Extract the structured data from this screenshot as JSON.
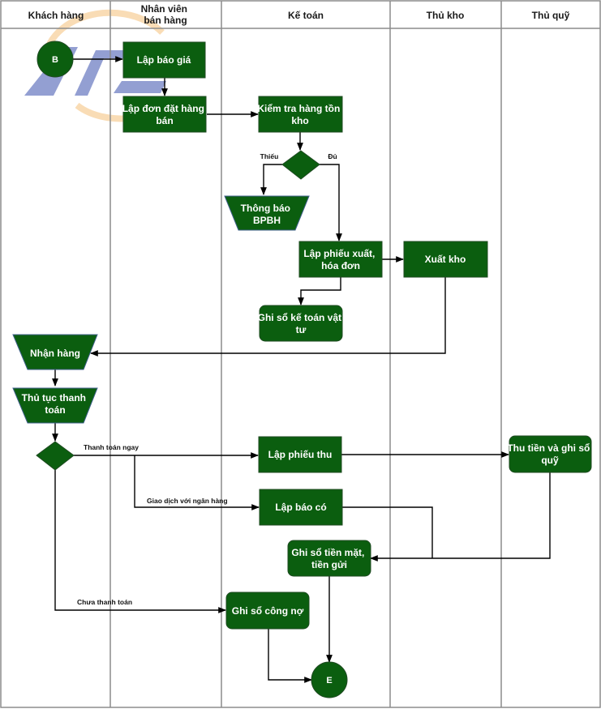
{
  "diagram": {
    "colors": {
      "node_fill": "#0b5e0f",
      "node_text": "#ffffff",
      "lane_border": "#8c8c8c",
      "edge": "#000000",
      "watermark_blue": "#6f7fc4",
      "watermark_orange": "#f3b35c"
    },
    "watermark": {
      "text": "ATS"
    },
    "lanes": [
      {
        "id": "khach-hang",
        "title": [
          "Khách hàng"
        ]
      },
      {
        "id": "nhan-vien-ban-hang",
        "title": [
          "Nhân viên",
          "bán hàng"
        ]
      },
      {
        "id": "ke-toan",
        "title": [
          "Kế toán"
        ]
      },
      {
        "id": "thu-kho",
        "title": [
          "Thủ kho"
        ]
      },
      {
        "id": "thu-quy",
        "title": [
          "Thủ quỹ"
        ]
      }
    ],
    "nodes": [
      {
        "id": "B",
        "type": "terminator",
        "lane": "khach-hang",
        "label": [
          "B"
        ]
      },
      {
        "id": "lap-bao-gia",
        "type": "process",
        "lane": "nhan-vien-ban-hang",
        "label": [
          "Lập báo giá"
        ]
      },
      {
        "id": "lap-don-dat-hang",
        "type": "process",
        "lane": "nhan-vien-ban-hang",
        "label": [
          "Lập đơn đặt hàng",
          "bán"
        ]
      },
      {
        "id": "kiem-tra-hang-ton-kho",
        "type": "process",
        "lane": "ke-toan",
        "label": [
          "Kiểm tra hàng tồn",
          "kho"
        ]
      },
      {
        "id": "decision-ton-kho",
        "type": "decision",
        "lane": "ke-toan",
        "label": []
      },
      {
        "id": "thong-bao-bpbh",
        "type": "manual-operation",
        "lane": "ke-toan",
        "label": [
          "Thông báo",
          "BPBH"
        ]
      },
      {
        "id": "lap-phieu-xuat",
        "type": "process",
        "lane": "ke-toan",
        "label": [
          "Lập phiếu xuất,",
          "hóa đơn"
        ]
      },
      {
        "id": "xuat-kho",
        "type": "process",
        "lane": "thu-kho",
        "label": [
          "Xuất kho"
        ]
      },
      {
        "id": "ghi-so-ke-toan-vat-tu",
        "type": "rounded-process",
        "lane": "ke-toan",
        "label": [
          "Ghi sổ kế toán vật",
          "tư"
        ]
      },
      {
        "id": "nhan-hang",
        "type": "manual-operation",
        "lane": "khach-hang",
        "label": [
          "Nhận hàng"
        ]
      },
      {
        "id": "thu-tuc-thanh-toan",
        "type": "manual-operation",
        "lane": "khach-hang",
        "label": [
          "Thủ tục thanh",
          "toán"
        ]
      },
      {
        "id": "decision-thanh-toan",
        "type": "decision",
        "lane": "khach-hang",
        "label": []
      },
      {
        "id": "lap-phieu-thu",
        "type": "process",
        "lane": "ke-toan",
        "label": [
          "Lập phiếu thu"
        ]
      },
      {
        "id": "thu-tien-ghi-so-quy",
        "type": "rounded-process",
        "lane": "thu-quy",
        "label": [
          "Thu tiền và ghi sổ",
          "quỹ"
        ]
      },
      {
        "id": "lap-bao-co",
        "type": "process",
        "lane": "ke-toan",
        "label": [
          "Lập báo có"
        ]
      },
      {
        "id": "ghi-so-tien-mat",
        "type": "rounded-process",
        "lane": "ke-toan",
        "label": [
          "Ghi sổ tiền mặt,",
          "tiền gửi"
        ]
      },
      {
        "id": "ghi-so-cong-no",
        "type": "rounded-process",
        "lane": "ke-toan",
        "label": [
          "Ghi sổ công nợ"
        ]
      },
      {
        "id": "E",
        "type": "terminator",
        "lane": "ke-toan",
        "label": [
          "E"
        ]
      }
    ],
    "edge_labels": {
      "thieu": "Thiếu",
      "du": "Đủ",
      "thanh_toan_ngay": "Thanh toán ngay",
      "giao_dich_ngan_hang": "Giao dịch với ngân hàng",
      "chua_thanh_toan": "Chưa thanh toán"
    },
    "edges": [
      {
        "from": "B",
        "to": "lap-bao-gia",
        "label": ""
      },
      {
        "from": "lap-bao-gia",
        "to": "lap-don-dat-hang",
        "label": ""
      },
      {
        "from": "lap-don-dat-hang",
        "to": "kiem-tra-hang-ton-kho",
        "label": ""
      },
      {
        "from": "kiem-tra-hang-ton-kho",
        "to": "decision-ton-kho",
        "label": ""
      },
      {
        "from": "decision-ton-kho",
        "to": "thong-bao-bpbh",
        "label": "Thiếu"
      },
      {
        "from": "decision-ton-kho",
        "to": "lap-phieu-xuat",
        "label": "Đủ"
      },
      {
        "from": "lap-phieu-xuat",
        "to": "xuat-kho",
        "label": ""
      },
      {
        "from": "lap-phieu-xuat",
        "to": "ghi-so-ke-toan-vat-tu",
        "label": ""
      },
      {
        "from": "xuat-kho",
        "to": "nhan-hang",
        "label": ""
      },
      {
        "from": "nhan-hang",
        "to": "thu-tuc-thanh-toan",
        "label": ""
      },
      {
        "from": "thu-tuc-thanh-toan",
        "to": "decision-thanh-toan",
        "label": ""
      },
      {
        "from": "decision-thanh-toan",
        "to": "lap-phieu-thu",
        "label": "Thanh toán ngay"
      },
      {
        "from": "decision-thanh-toan",
        "to": "lap-bao-co",
        "label": "Giao dịch với ngân hàng"
      },
      {
        "from": "decision-thanh-toan",
        "to": "ghi-so-cong-no",
        "label": "Chưa thanh toán"
      },
      {
        "from": "lap-phieu-thu",
        "to": "thu-tien-ghi-so-quy",
        "label": ""
      },
      {
        "from": "thu-tien-ghi-so-quy",
        "to": "ghi-so-tien-mat",
        "label": ""
      },
      {
        "from": "lap-bao-co",
        "to": "ghi-so-tien-mat",
        "label": ""
      },
      {
        "from": "ghi-so-tien-mat",
        "to": "E",
        "label": ""
      },
      {
        "from": "ghi-so-cong-no",
        "to": "E",
        "label": ""
      }
    ]
  }
}
